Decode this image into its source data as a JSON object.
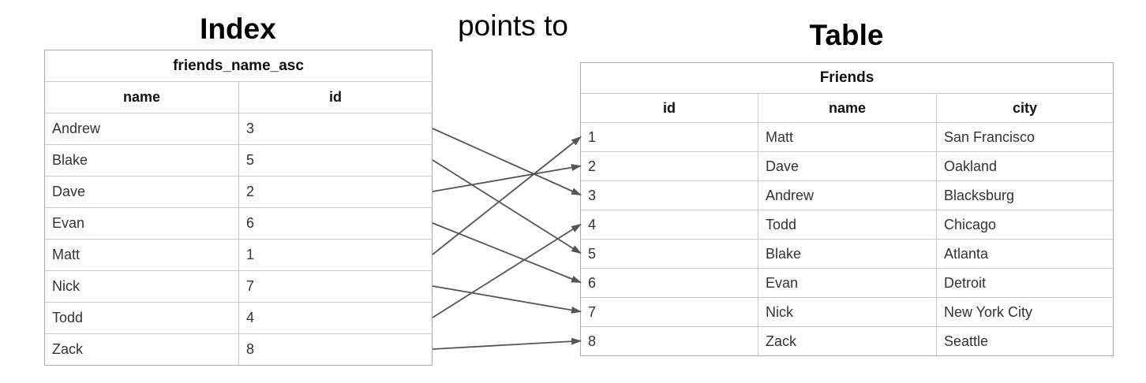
{
  "titles": {
    "index_title": "Index",
    "points_to_label": "points to",
    "table_title": "Table"
  },
  "index_table": {
    "title": "friends_name_asc",
    "columns": [
      "name",
      "id"
    ],
    "rows": [
      [
        "Andrew",
        "3"
      ],
      [
        "Blake",
        "5"
      ],
      [
        "Dave",
        "2"
      ],
      [
        "Evan",
        "6"
      ],
      [
        "Matt",
        "1"
      ],
      [
        "Nick",
        "7"
      ],
      [
        "Todd",
        "4"
      ],
      [
        "Zack",
        "8"
      ]
    ]
  },
  "friends_table": {
    "title": "Friends",
    "columns": [
      "id",
      "name",
      "city"
    ],
    "rows": [
      [
        "1",
        "Matt",
        "San Francisco"
      ],
      [
        "2",
        "Dave",
        "Oakland"
      ],
      [
        "3",
        "Andrew",
        "Blacksburg"
      ],
      [
        "4",
        "Todd",
        "Chicago"
      ],
      [
        "5",
        "Blake",
        "Atlanta"
      ],
      [
        "6",
        "Evan",
        "Detroit"
      ],
      [
        "7",
        "Nick",
        "New York City"
      ],
      [
        "8",
        "Zack",
        "Seattle"
      ]
    ]
  },
  "arrows": {
    "color": "#555555",
    "mappings": [
      {
        "from_name": "Andrew",
        "to_id": "3"
      },
      {
        "from_name": "Blake",
        "to_id": "5"
      },
      {
        "from_name": "Dave",
        "to_id": "2"
      },
      {
        "from_name": "Evan",
        "to_id": "6"
      },
      {
        "from_name": "Matt",
        "to_id": "1"
      },
      {
        "from_name": "Nick",
        "to_id": "7"
      },
      {
        "from_name": "Todd",
        "to_id": "4"
      },
      {
        "from_name": "Zack",
        "to_id": "8"
      }
    ]
  },
  "colors": {
    "background": "#ffffff",
    "title_text": "#000000",
    "cell_text": "#333333",
    "border_inner": "#c9c9c9",
    "border_outer": "#a9a9a9"
  }
}
